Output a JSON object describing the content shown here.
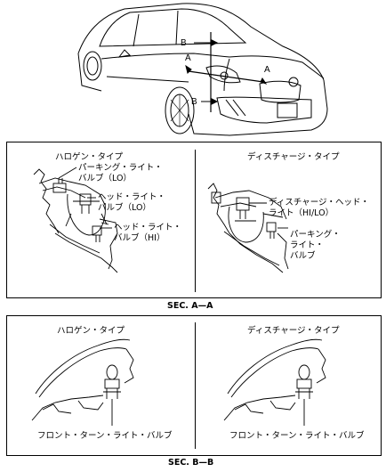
{
  "car_view": {
    "markers": {
      "b_top": "B",
      "a_upper": "A",
      "a_right": "A",
      "b_bottom": "B"
    }
  },
  "section_aa": {
    "left_title": "ハロゲン・タイプ",
    "right_title": "ディスチャージ・タイプ",
    "parking_bulb_lo": [
      "パーキング・ライト・",
      "バルブ（LO）"
    ],
    "headlight_bulb_lo": [
      "ヘッド・ライト・",
      "バルブ（LO）"
    ],
    "headlight_bulb_hi": [
      "ヘッド・ライト・",
      "バルブ（HI）"
    ],
    "discharge_headlight": [
      "ディスチャージ・ヘッド・",
      "ライト（HI/LO）"
    ],
    "parking_bulb": [
      "パーキング・",
      "ライト・",
      "バルブ"
    ],
    "caption": "SEC. A—A"
  },
  "section_bb": {
    "left_title": "ハロゲン・タイプ",
    "right_title": "ディスチャージ・タイプ",
    "left_label": "フロント・ターン・ライト・バルブ",
    "right_label": "フロント・ターン・ライト・バルブ",
    "caption": "SEC. B—B"
  }
}
